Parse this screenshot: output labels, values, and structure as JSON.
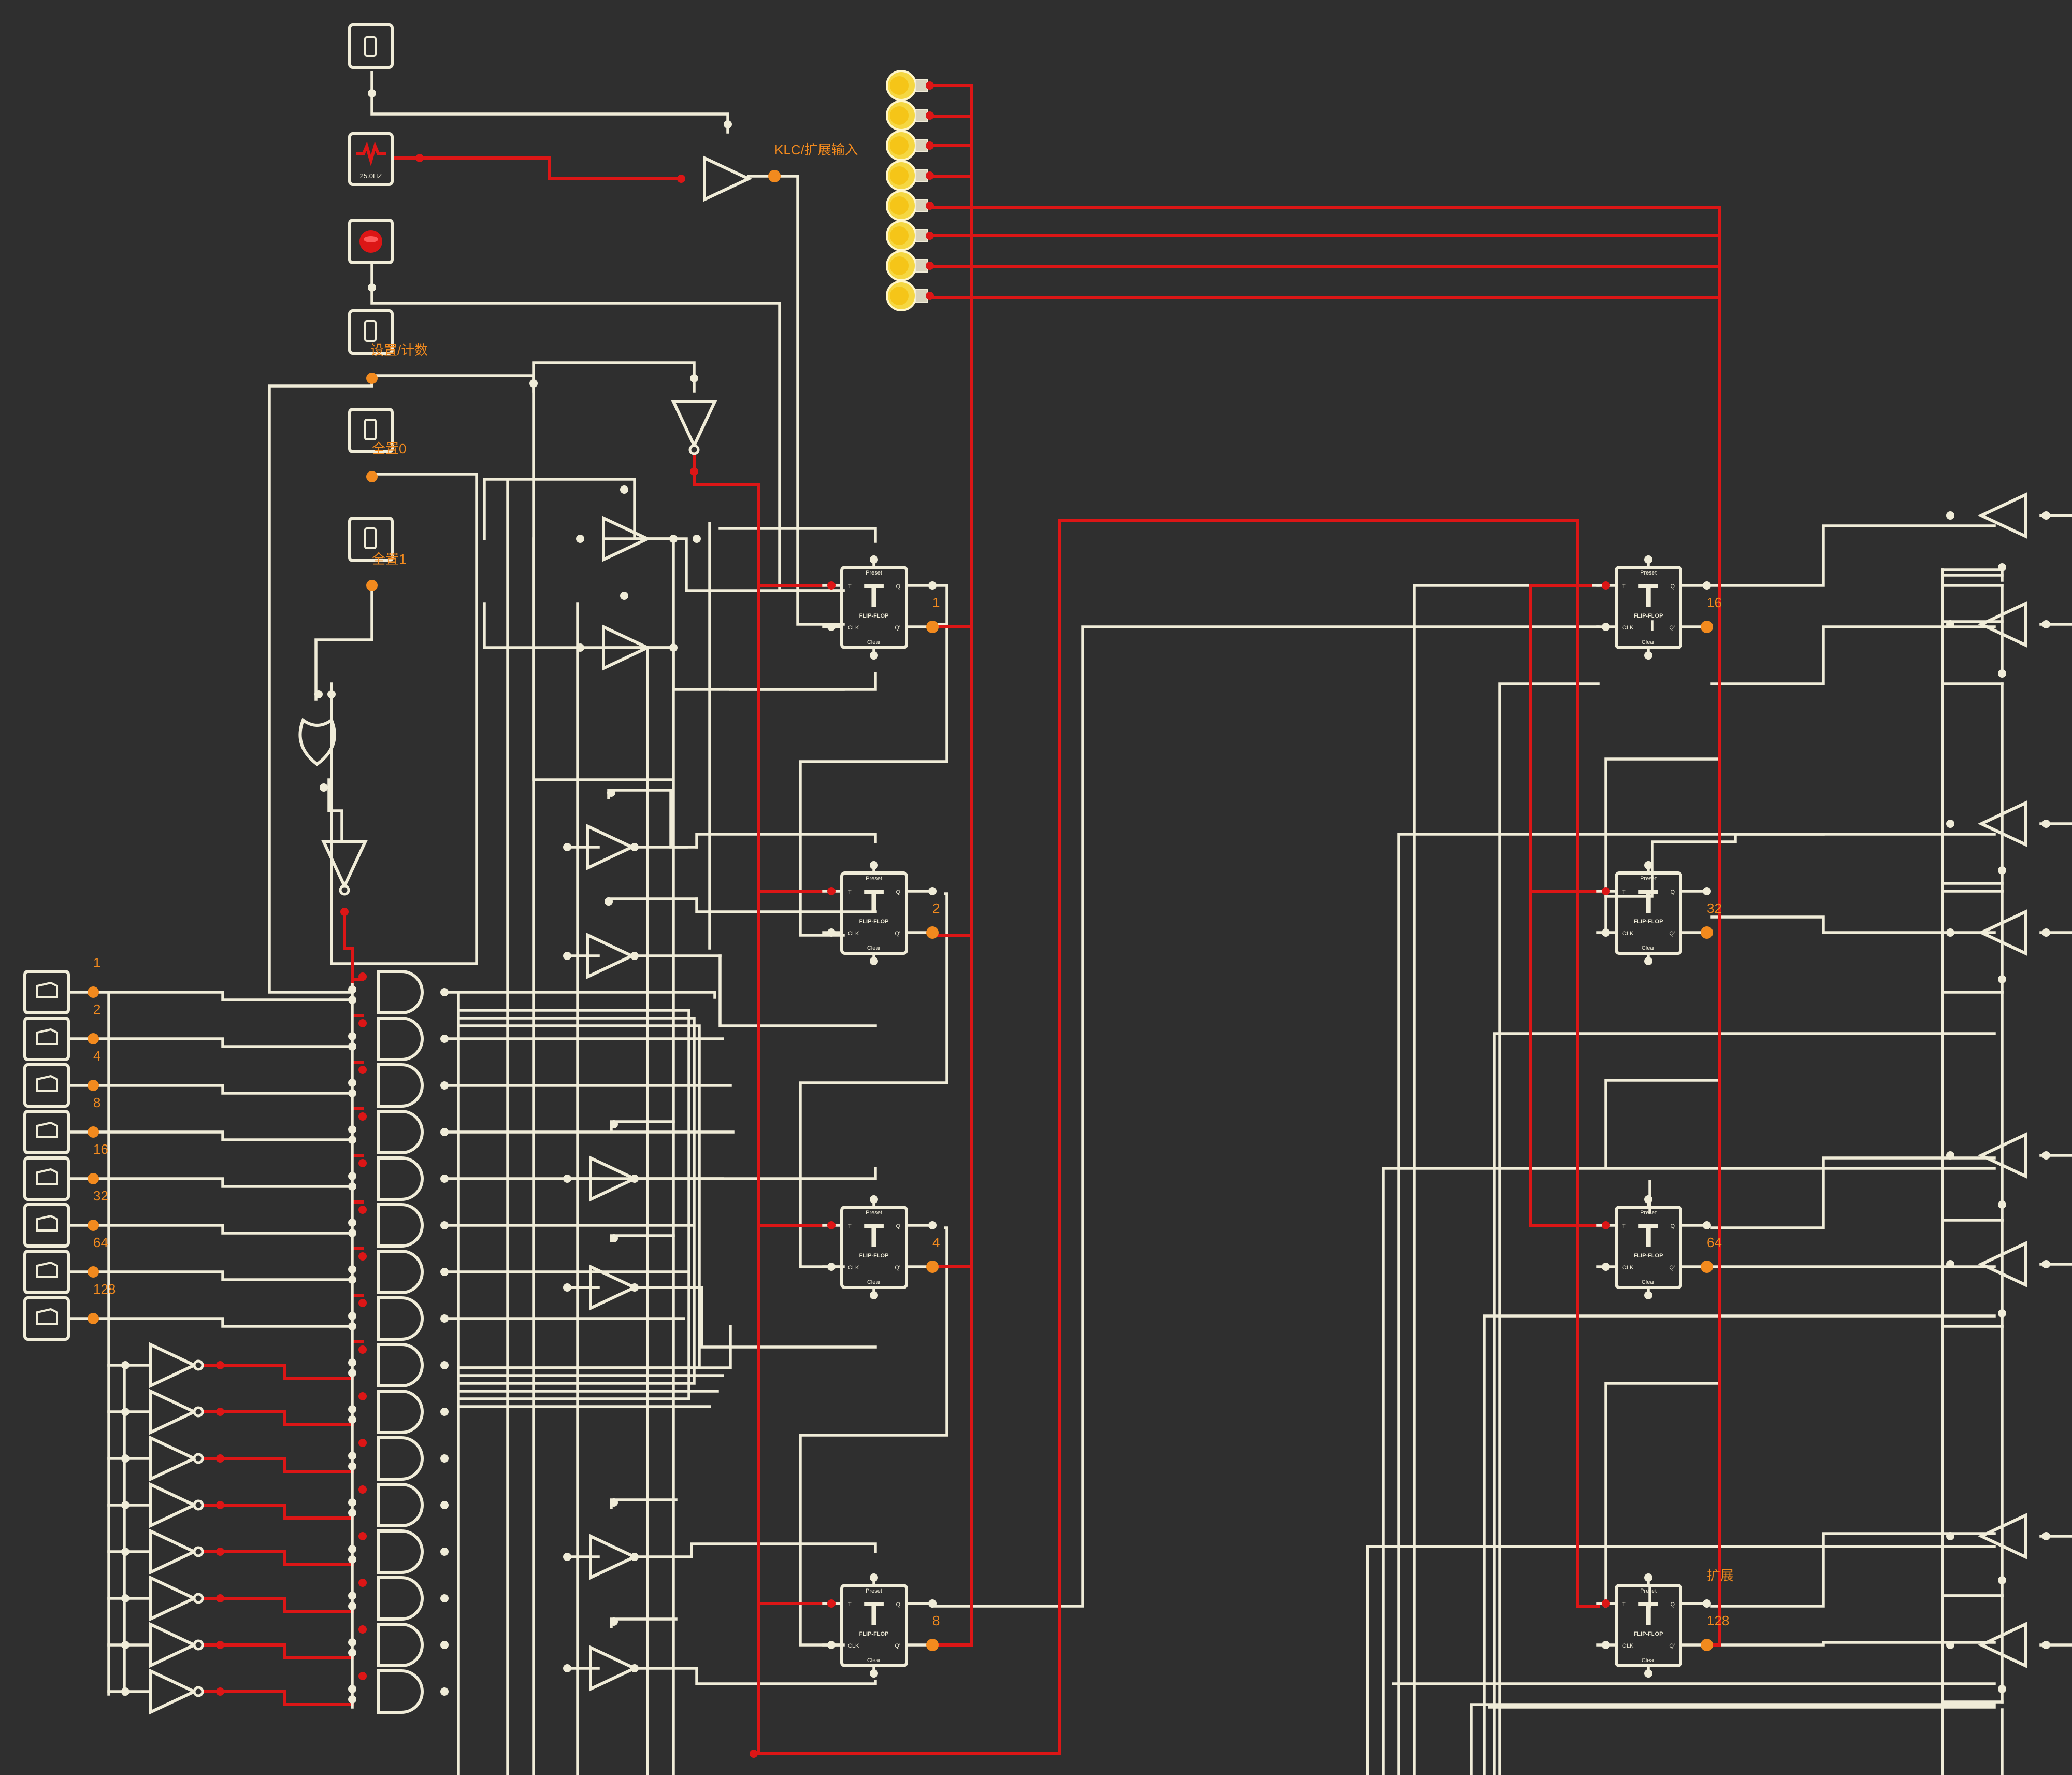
{
  "diagram": {
    "labels": {
      "klc_input": "KLC/扩展输入",
      "set_count": "设置/计数",
      "all_zero": "全置0",
      "all_one": "全置1",
      "expand": "扩展"
    },
    "clock_freq": "25.0HZ",
    "switch_weights": [
      "1",
      "2",
      "4",
      "8",
      "16",
      "32",
      "64",
      "128"
    ],
    "flipflop": {
      "preset": "Preset",
      "clear": "Clear",
      "name": "FLIP-FLOP",
      "letter": "T",
      "pin_t": "T",
      "pin_clk": "CLK",
      "pin_q": "Q",
      "pin_qbar": "Q'"
    },
    "flipflop_bits": [
      "1",
      "2",
      "4",
      "8",
      "16",
      "32",
      "64",
      "128"
    ],
    "lamp_count": 8,
    "colors": {
      "background": "#2f2f2f",
      "wire": "#f0ecd8",
      "active_wire": "#dc1616",
      "label": "#f28a1e",
      "lamp": "#f5c518"
    }
  }
}
